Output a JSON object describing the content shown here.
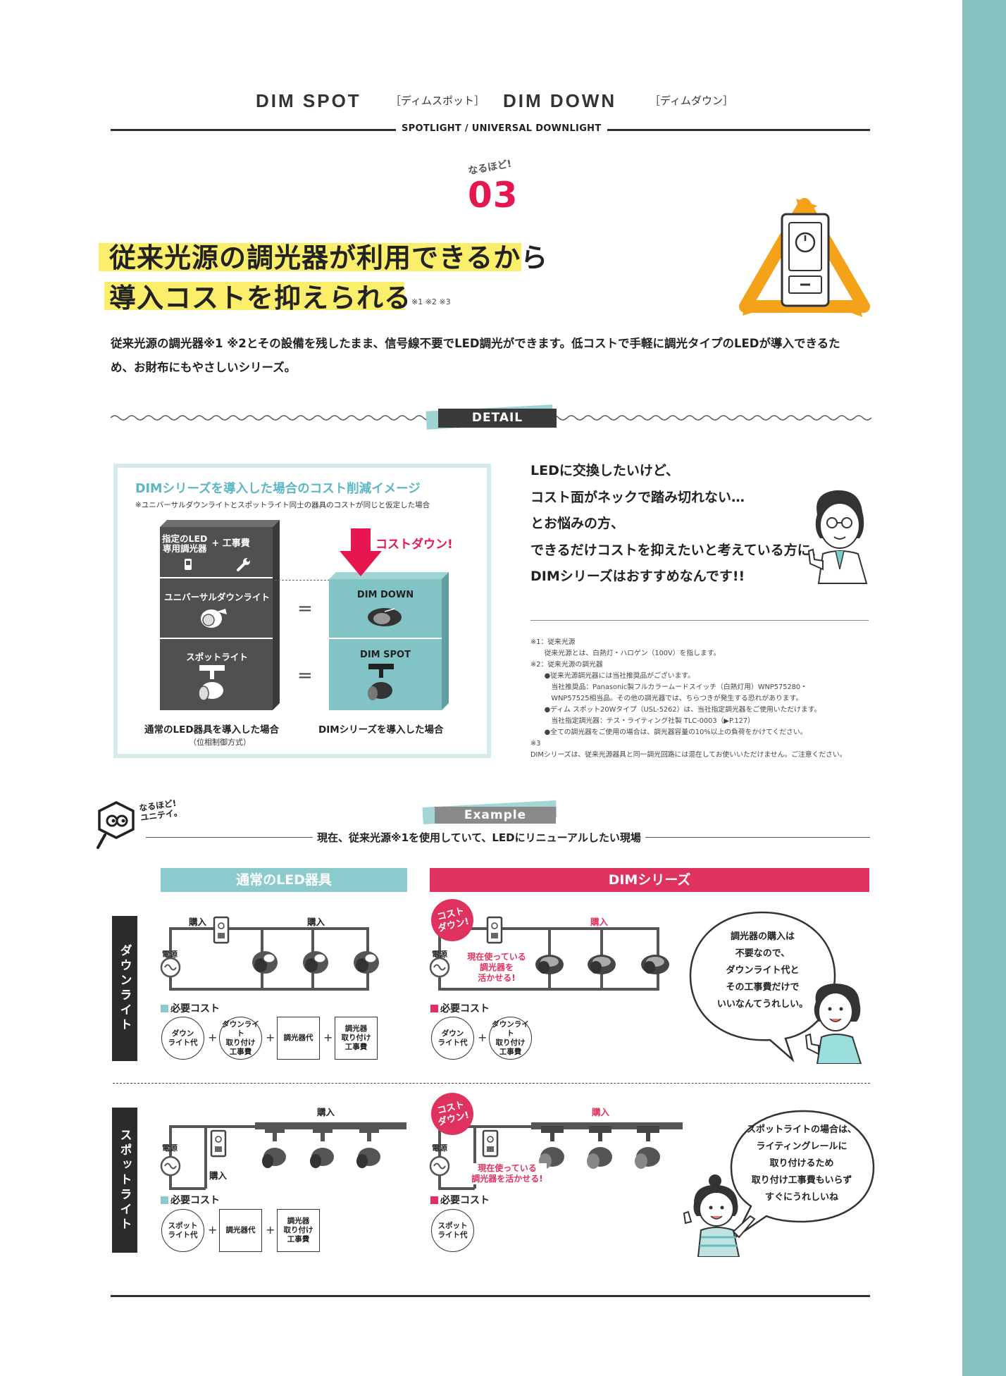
{
  "header": {
    "series1_name": "DIM SPOT",
    "series1_kana": "［ディムスポット］",
    "series2_name": "DIM DOWN",
    "series2_kana": "［ディムダウン］",
    "subtitle": "SPOTLIGHT / UNIVERSAL DOWNLIGHT"
  },
  "point": {
    "label": "なるほど!",
    "number": "03"
  },
  "headline": {
    "line1_marked": "従来光源の調光器が利用できる",
    "line1_rest": "から",
    "line2_marked": "導入コストを抑えられる",
    "notes": "※1 ※2 ※3"
  },
  "intro": {
    "line1": "従来光源の調光器※1 ※2とその設備を残したまま、信号線不要でLED調光ができます。低コストで手軽に調光タイプのLEDが導入できるた",
    "line2": "め、お財布にもやさしいシリーズ。"
  },
  "detail_label": "DETAIL",
  "cost_box": {
    "title": "DIMシリーズを導入した場合のコスト削減イメージ",
    "subtitle": "※ユニバーサルダウンライトとスポットライト同士の器具のコストが同じと仮定した場合",
    "block_top_l1": "指定のLED",
    "block_top_l2": "専用調光器",
    "block_top_plus": "+ 工事費",
    "block_mid": "ユニバーサルダウンライト",
    "block_bot": "スポットライト",
    "cost_down": "コストダウン!",
    "dim_down": "DIM DOWN",
    "dim_spot": "DIM SPOT",
    "equals": "=",
    "left_caption": "通常のLED器具を導入した場合",
    "left_caption_sub": "（位相制御方式）",
    "right_caption": "DIMシリーズを導入した場合"
  },
  "speech": {
    "lines": [
      "LEDに交換したいけど、",
      "コスト面がネックで踏み切れない…",
      "とお悩みの方、",
      "できるだけコストを抑えたいと考えている方に、",
      "DIMシリーズはおすすめなんです!!"
    ]
  },
  "footnotes": [
    "※1：従来光源",
    "　　従来光源とは、白熱灯・ハロゲン（100V）を指します。",
    "※2：従来光源の調光器",
    "　　●従来光源調光器には当社推奨品がございます。",
    "　　　当社推奨品：Panasonic製フルカラームードスイッチ（白熱灯用）WNP575280・",
    "　　　WNP57525相当品。その他の調光器では、ちらつきが発生する恐れがあります。",
    "　　●ディム スポット20Wタイプ（USL-5262）は、当社指定調光器をご使用いただけます。",
    "　　　当社指定調光器：テス・ライティング社製 TLC-0003（▶P.127）",
    "　　●全ての調光器をご使用の場合は、調光器容量の10%以上の負荷をかけてください。",
    "※3",
    "DIMシリーズは、従来光源器具と同一調光回路には混在してお使いいただけません。ご注意ください。"
  ],
  "unity": {
    "label_l1": "なるほど!",
    "label_l2": "ユニテイ。"
  },
  "example": {
    "label": "Example",
    "subtitle": "現在、従来光源※1を使用していて、LEDにリニューアルしたい現場",
    "left_banner": "通常のLED器具",
    "right_banner": "DIMシリーズ",
    "row1_label": "ダウンライト",
    "row2_label": "スポットライト",
    "buy": "購入",
    "power": "電源",
    "cost_down_badge_l1": "コスト",
    "cost_down_badge_l2": "ダウン!",
    "reuse_l1": "現在使っている",
    "reuse_l2": "調光器を",
    "reuse_l3": "活かせる!",
    "reuse2_l1": "現在使っている",
    "reuse2_l2": "調光器を活かせる!",
    "need_cost": "必要コスト",
    "items": {
      "down_l1": "ダウン",
      "down_l2": "ライト代",
      "inst_l1": "ダウンライト",
      "inst_l2": "取り付け",
      "inst_l3": "工事費",
      "dimmer": "調光器代",
      "dim_inst_l1": "調光器",
      "dim_inst_l2": "取り付け",
      "dim_inst_l3": "工事費",
      "spot_l1": "スポット",
      "spot_l2": "ライト代"
    },
    "plus": "+",
    "bubble1": [
      "調光器の購入は",
      "不要なので、",
      "ダウンライト代と",
      "その工事費だけで",
      "いいなんてうれしい。"
    ],
    "bubble2": [
      "スポットライトの場合は、",
      "ライティングレールに",
      "取り付けるため",
      "取り付け工事費もいらず",
      "すぐにうれしいね"
    ]
  },
  "colors": {
    "accent_pink": "#e0325e",
    "accent_teal": "#86c0bf",
    "highlight": "#fbee6a",
    "cost_title": "#5bb7c3"
  }
}
